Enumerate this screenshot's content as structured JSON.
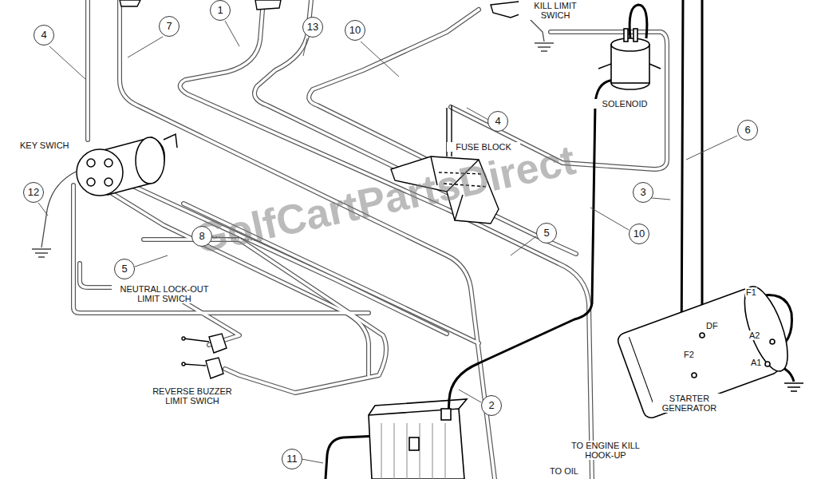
{
  "diagram": {
    "labels": [
      "KILL LIMIT SWICH",
      "1",
      "7",
      "13",
      "4",
      "10",
      "SOLENOID",
      "4",
      "6",
      "KEY SWICH",
      "FUSE BLOCK",
      "3",
      "12",
      "GolfCartPartsDirect",
      "8",
      "5",
      "10",
      "5",
      "NEUTRAL LOCK-OUT LIMIT SWICH",
      "F1",
      "DF",
      "A2",
      "F2",
      "A1",
      "REVERSE BUZZER LIMIT SWICH",
      "STARTER GENERATOR",
      "2",
      "TO ENGINE KILL HOOK-UP",
      "11",
      "TO OIL"
    ]
  }
}
